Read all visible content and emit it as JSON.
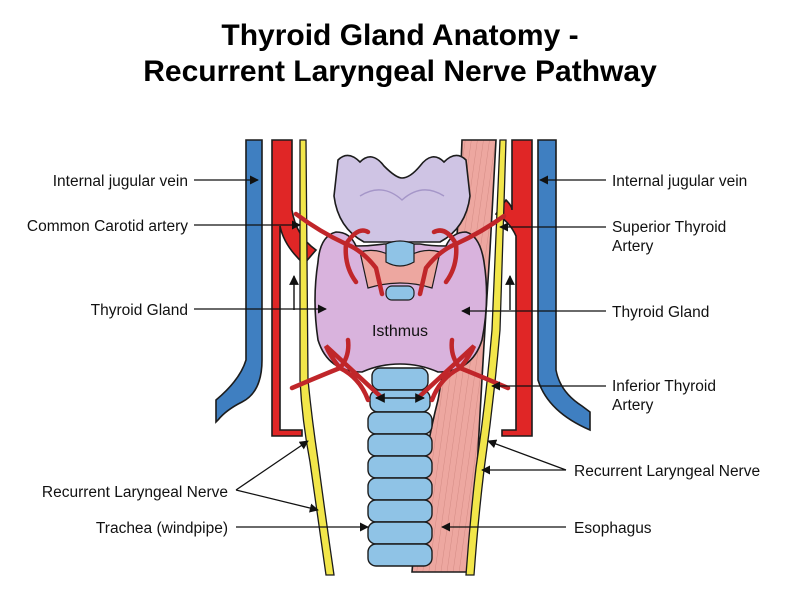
{
  "title": {
    "line1": "Thyroid Gland Anatomy -",
    "line2": "Recurrent Laryngeal Nerve Pathway"
  },
  "labels": {
    "left": {
      "jugular": "Internal jugular vein",
      "carotid": "Common Carotid artery",
      "thyroid": "Thyroid Gland",
      "nerve": "Recurrent Laryngeal Nerve",
      "trachea": "Trachea (windpipe)"
    },
    "right": {
      "jugular": "Internal jugular vein",
      "superior_line1": "Superior Thyroid",
      "superior_line2": "Artery",
      "thyroid": "Thyroid Gland",
      "inferior_line1": "Inferior Thyroid",
      "inferior_line2": "Artery",
      "nerve": "Recurrent Laryngeal Nerve",
      "esophagus": "Esophagus"
    },
    "center": {
      "isthmus": "Isthmus"
    }
  },
  "colors": {
    "vein": "#3f7fc1",
    "artery": "#e02626",
    "nerve": "#f2e64a",
    "thyroid": "#d9b3dd",
    "cartilage": "#cfc4e4",
    "trachea": "#8fc3e6",
    "esophagus": "#eda7a0"
  }
}
